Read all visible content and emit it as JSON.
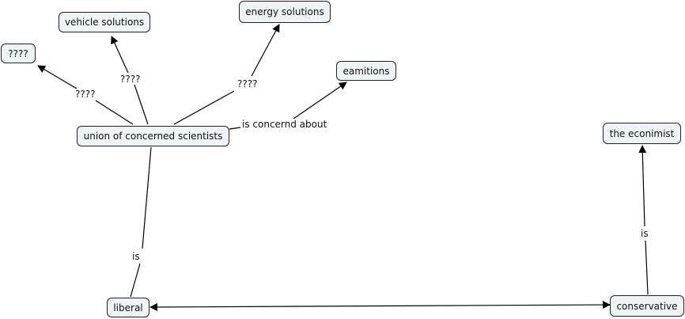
{
  "concepts": {
    "unknown": "????",
    "vehicle": "vehicle solutions",
    "energy": "energy solutions",
    "eamitions": "eamitions",
    "ucs": "union of concerned scientists",
    "economist": "the econimist",
    "liberal": "liberal",
    "conservative": "conservative"
  },
  "links": {
    "ucs_unknown": "????",
    "ucs_vehicle": "????",
    "ucs_energy": "????",
    "ucs_eamitions": "is concernd about",
    "ucs_liberal": "is",
    "conservative_economist": "is"
  }
}
